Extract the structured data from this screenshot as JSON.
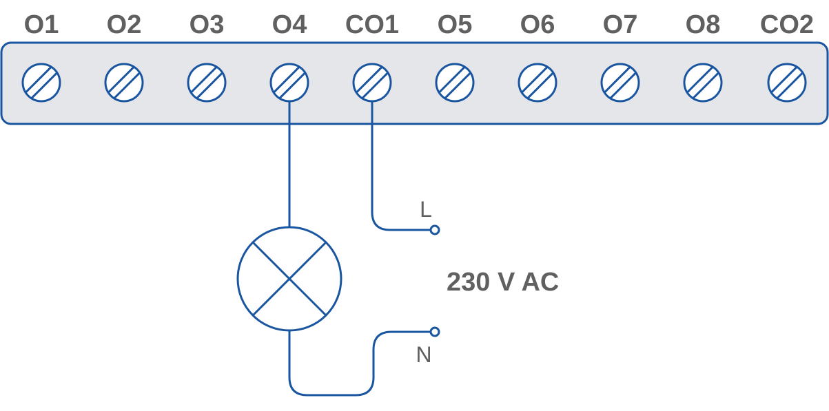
{
  "terminals": [
    "O1",
    "O2",
    "O3",
    "O4",
    "CO1",
    "O5",
    "O6",
    "O7",
    "O8",
    "CO2"
  ],
  "wire_labels": {
    "line": "L",
    "neutral": "N"
  },
  "supply_label": "230 V AC",
  "colors": {
    "wire": "#1a56a0",
    "label_text": "#606060",
    "terminal_block_fill": "#e4e6ea",
    "screw_fill": "#ffffff"
  }
}
